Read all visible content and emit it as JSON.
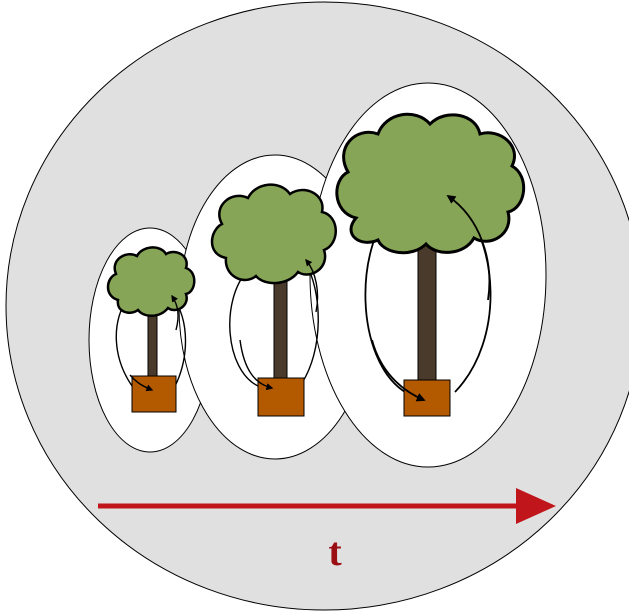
{
  "diagram": {
    "time_label": "t",
    "colors": {
      "outer_fill": "#e0e0e0",
      "stage_fill": "#ffffff",
      "outline": "#000000",
      "canopy": "#87a556",
      "trunk": "#4a3a2c",
      "pot": "#b35900",
      "time_arrow": "#c0161b",
      "time_label": "#9a0f14"
    },
    "stages": [
      {
        "name": "small-plant"
      },
      {
        "name": "medium-plant"
      },
      {
        "name": "large-plant"
      }
    ]
  }
}
